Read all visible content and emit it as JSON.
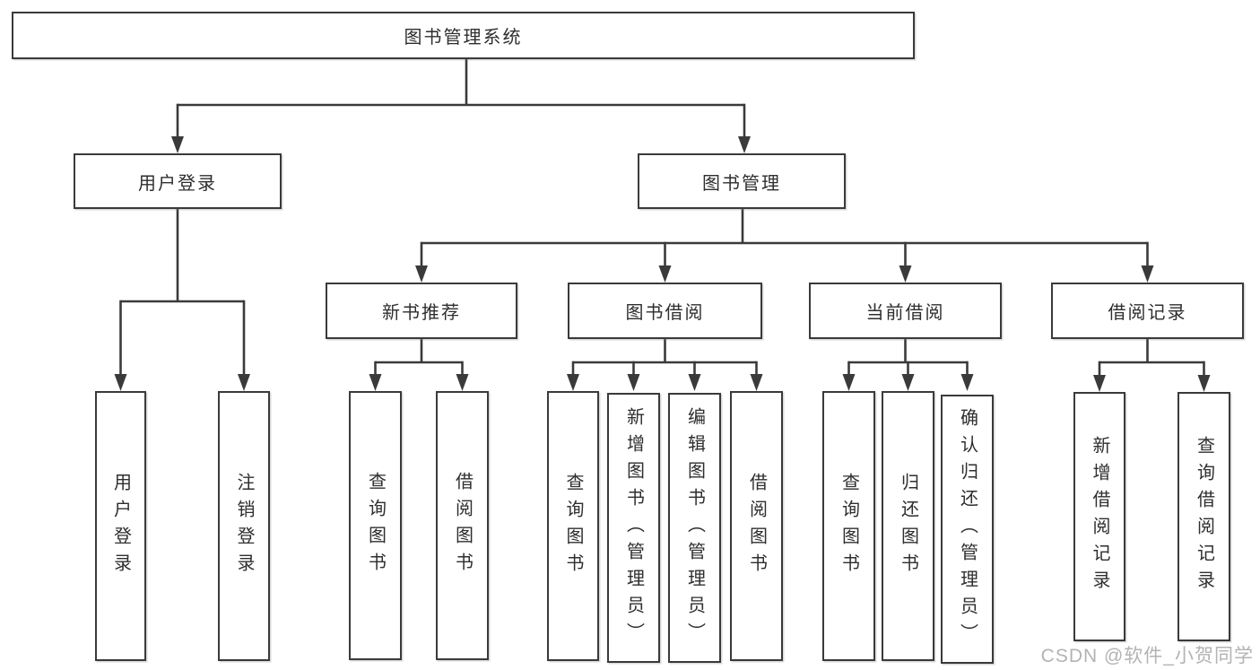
{
  "tree": {
    "root": "图书管理系统",
    "login_branch": {
      "label": "用户登录",
      "leaves": [
        "用户登录",
        "注销登录"
      ]
    },
    "mgmt_branch": {
      "label": "图书管理",
      "sections": [
        {
          "label": "新书推荐",
          "leaves": [
            "查询图书",
            "借阅图书"
          ]
        },
        {
          "label": "图书借阅",
          "leaves": [
            "查询图书",
            "新增图书（管理员）",
            "编辑图书（管理员）",
            "借阅图书"
          ]
        },
        {
          "label": "当前借阅",
          "leaves": [
            "查询图书",
            "归还图书",
            "确认归还（管理员）"
          ]
        },
        {
          "label": "借阅记录",
          "leaves": [
            "新增借阅记录",
            "查询借阅记录"
          ]
        }
      ]
    }
  },
  "watermark": "CSDN @软件_小贺同学",
  "colors": {
    "line": "#3a3a3a",
    "text": "#2e2e2e",
    "watermark": "#b3b3b3",
    "background": "#ffffff"
  }
}
